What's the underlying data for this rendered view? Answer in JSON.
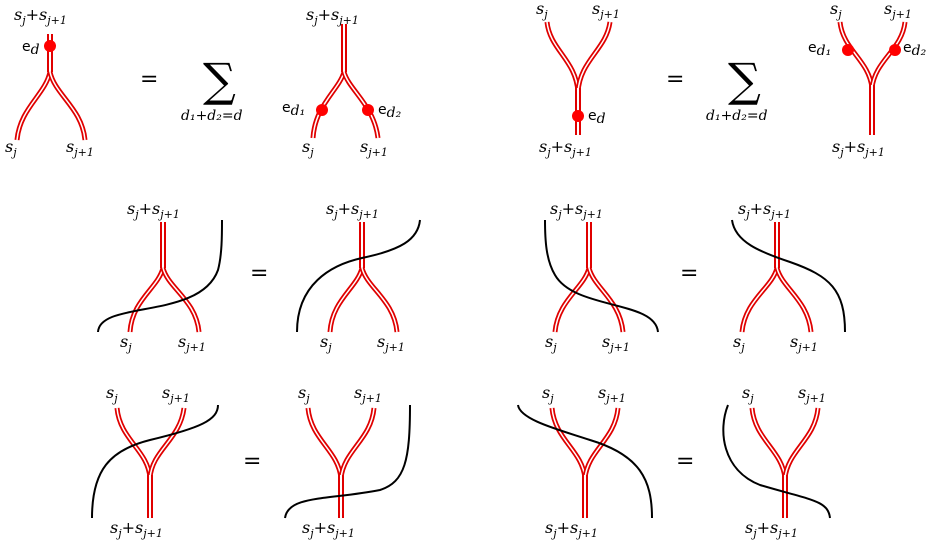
{
  "labels": {
    "s_j": "s",
    "s_j_sub": "j",
    "s_j1_sub": "j+1",
    "plus": "+",
    "equals": "=",
    "sigma": "∑",
    "sum_index": "d₁+d₂=d",
    "e_d": "e",
    "e_d_sub": "d",
    "e_d1_sub": "d₁",
    "e_d2_sub": "d₂"
  },
  "colors": {
    "strand": "#e00000",
    "dot": "#ff0000",
    "crossing": "#000000"
  }
}
